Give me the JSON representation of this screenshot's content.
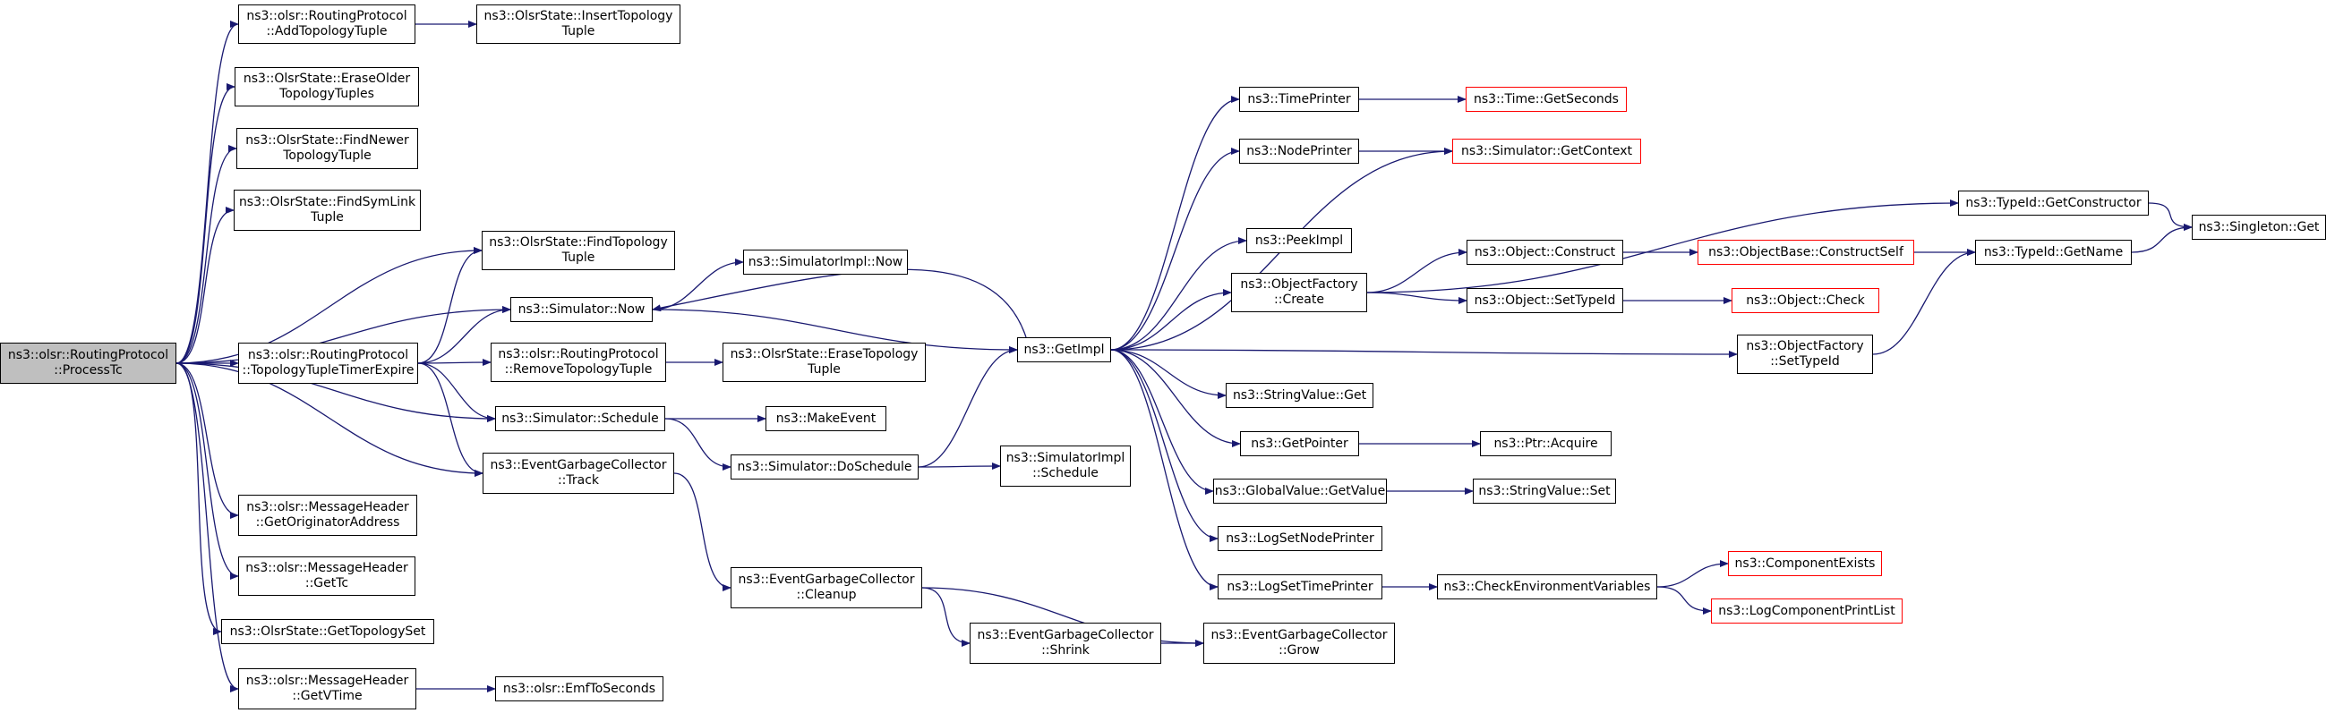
{
  "colors": {
    "edge": "#191970",
    "root_fill": "#bfbfbf",
    "border": "#000000",
    "undocumented_border": "#ff0000",
    "background": "#ffffff"
  },
  "nodes": [
    {
      "id": "root",
      "lines": [
        "ns3::olsr::RoutingProtocol",
        "::ProcessTc"
      ],
      "kind": "root"
    },
    {
      "id": "addtopo",
      "lines": [
        "ns3::olsr::RoutingProtocol",
        "::AddTopologyTuple"
      ]
    },
    {
      "id": "inserttopo",
      "lines": [
        "ns3::OlsrState::InsertTopology",
        "Tuple"
      ]
    },
    {
      "id": "eraseolder",
      "lines": [
        "ns3::OlsrState::EraseOlder",
        "TopologyTuples"
      ]
    },
    {
      "id": "findnewer",
      "lines": [
        "ns3::OlsrState::FindNewer",
        "TopologyTuple"
      ]
    },
    {
      "id": "findsymlink",
      "lines": [
        "ns3::OlsrState::FindSymLink",
        "Tuple"
      ]
    },
    {
      "id": "findtopo",
      "lines": [
        "ns3::OlsrState::FindTopology",
        "Tuple"
      ]
    },
    {
      "id": "simnow",
      "lines": [
        "ns3::Simulator::Now"
      ]
    },
    {
      "id": "simimplnow",
      "lines": [
        "ns3::SimulatorImpl::Now"
      ]
    },
    {
      "id": "topotimer",
      "lines": [
        "ns3::olsr::RoutingProtocol",
        "::TopologyTupleTimerExpire"
      ]
    },
    {
      "id": "removetopo",
      "lines": [
        "ns3::olsr::RoutingProtocol",
        "::RemoveTopologyTuple"
      ]
    },
    {
      "id": "erasetopo",
      "lines": [
        "ns3::OlsrState::EraseTopology",
        "Tuple"
      ]
    },
    {
      "id": "simschedule",
      "lines": [
        "ns3::Simulator::Schedule"
      ]
    },
    {
      "id": "makeevent",
      "lines": [
        "ns3::MakeEvent"
      ]
    },
    {
      "id": "egctrack",
      "lines": [
        "ns3::EventGarbageCollector",
        "::Track"
      ]
    },
    {
      "id": "simdoschedule",
      "lines": [
        "ns3::Simulator::DoSchedule"
      ]
    },
    {
      "id": "simimplschedule",
      "lines": [
        "ns3::SimulatorImpl",
        "::Schedule"
      ]
    },
    {
      "id": "getorig",
      "lines": [
        "ns3::olsr::MessageHeader",
        "::GetOriginatorAddress"
      ]
    },
    {
      "id": "gettc",
      "lines": [
        "ns3::olsr::MessageHeader",
        "::GetTc"
      ]
    },
    {
      "id": "gettopologyset",
      "lines": [
        "ns3::OlsrState::GetTopologySet"
      ]
    },
    {
      "id": "getvtime",
      "lines": [
        "ns3::olsr::MessageHeader",
        "::GetVTime"
      ]
    },
    {
      "id": "emftosec",
      "lines": [
        "ns3::olsr::EmfToSeconds"
      ]
    },
    {
      "id": "egccleanup",
      "lines": [
        "ns3::EventGarbageCollector",
        "::Cleanup"
      ]
    },
    {
      "id": "egcshrink",
      "lines": [
        "ns3::EventGarbageCollector",
        "::Shrink"
      ]
    },
    {
      "id": "egcgrow",
      "lines": [
        "ns3::EventGarbageCollector",
        "::Grow"
      ]
    },
    {
      "id": "getimpl",
      "lines": [
        "ns3::GetImpl"
      ]
    },
    {
      "id": "timeprinter",
      "lines": [
        "ns3::TimePrinter"
      ]
    },
    {
      "id": "nodeprinter",
      "lines": [
        "ns3::NodePrinter"
      ]
    },
    {
      "id": "peekimpl",
      "lines": [
        "ns3::PeekImpl"
      ]
    },
    {
      "id": "ofcreate",
      "lines": [
        "ns3::ObjectFactory",
        "::Create"
      ]
    },
    {
      "id": "stringvalueget",
      "lines": [
        "ns3::StringValue::Get"
      ]
    },
    {
      "id": "getpointer",
      "lines": [
        "ns3::GetPointer"
      ]
    },
    {
      "id": "gvgetvalue",
      "lines": [
        "ns3::GlobalValue::GetValue"
      ]
    },
    {
      "id": "logsetnodeprinter",
      "lines": [
        "ns3::LogSetNodePrinter"
      ]
    },
    {
      "id": "logsettimeprinter",
      "lines": [
        "ns3::LogSetTimePrinter"
      ]
    },
    {
      "id": "timegetseconds",
      "lines": [
        "ns3::Time::GetSeconds"
      ],
      "kind": "undoc"
    },
    {
      "id": "simgetcontext",
      "lines": [
        "ns3::Simulator::GetContext"
      ],
      "kind": "undoc"
    },
    {
      "id": "objconstruct",
      "lines": [
        "ns3::Object::Construct"
      ]
    },
    {
      "id": "objsettypeid",
      "lines": [
        "ns3::Object::SetTypeId"
      ]
    },
    {
      "id": "ptracquire",
      "lines": [
        "ns3::Ptr::Acquire"
      ]
    },
    {
      "id": "stringvalueset",
      "lines": [
        "ns3::StringValue::Set"
      ]
    },
    {
      "id": "checkenv",
      "lines": [
        "ns3::CheckEnvironmentVariables"
      ]
    },
    {
      "id": "objbaseconstructself",
      "lines": [
        "ns3::ObjectBase::ConstructSelf"
      ],
      "kind": "undoc"
    },
    {
      "id": "objcheck",
      "lines": [
        "ns3::Object::Check"
      ],
      "kind": "undoc"
    },
    {
      "id": "componentexists",
      "lines": [
        "ns3::ComponentExists"
      ],
      "kind": "undoc"
    },
    {
      "id": "logcomponentprintlist",
      "lines": [
        "ns3::LogComponentPrintList"
      ],
      "kind": "undoc"
    },
    {
      "id": "typeidgetconstructor",
      "lines": [
        "ns3::TypeId::GetConstructor"
      ]
    },
    {
      "id": "typeidgetname",
      "lines": [
        "ns3::TypeId::GetName"
      ]
    },
    {
      "id": "ofsettypeid",
      "lines": [
        "ns3::ObjectFactory",
        "::SetTypeId"
      ]
    },
    {
      "id": "singletonget",
      "lines": [
        "ns3::Singleton::Get"
      ]
    }
  ],
  "edges": [
    [
      "root",
      "addtopo"
    ],
    [
      "root",
      "eraseolder"
    ],
    [
      "root",
      "findnewer"
    ],
    [
      "root",
      "findsymlink"
    ],
    [
      "root",
      "findtopo"
    ],
    [
      "root",
      "simnow"
    ],
    [
      "root",
      "topotimer"
    ],
    [
      "root",
      "simschedule"
    ],
    [
      "root",
      "egctrack"
    ],
    [
      "root",
      "getorig"
    ],
    [
      "root",
      "gettc"
    ],
    [
      "root",
      "gettopologyset"
    ],
    [
      "root",
      "getvtime"
    ],
    [
      "addtopo",
      "inserttopo"
    ],
    [
      "topotimer",
      "findtopo"
    ],
    [
      "topotimer",
      "simnow"
    ],
    [
      "topotimer",
      "removetopo"
    ],
    [
      "topotimer",
      "simschedule"
    ],
    [
      "topotimer",
      "egctrack"
    ],
    [
      "removetopo",
      "erasetopo"
    ],
    [
      "simnow",
      "simimplnow"
    ],
    [
      "simnow",
      "getimpl"
    ],
    [
      "simschedule",
      "makeevent"
    ],
    [
      "simschedule",
      "simdoschedule"
    ],
    [
      "simdoschedule",
      "simimplschedule"
    ],
    [
      "simdoschedule",
      "getimpl"
    ],
    [
      "egctrack",
      "egccleanup"
    ],
    [
      "egccleanup",
      "egcshrink"
    ],
    [
      "egccleanup",
      "egcgrow"
    ],
    [
      "egcshrink",
      "egcgrow"
    ],
    [
      "getvtime",
      "emftosec"
    ],
    [
      "getimpl",
      "simnow"
    ],
    [
      "getimpl",
      "timeprinter"
    ],
    [
      "getimpl",
      "nodeprinter"
    ],
    [
      "getimpl",
      "peekimpl"
    ],
    [
      "getimpl",
      "ofcreate"
    ],
    [
      "getimpl",
      "ofsettypeid"
    ],
    [
      "getimpl",
      "stringvalueget"
    ],
    [
      "getimpl",
      "getpointer"
    ],
    [
      "getimpl",
      "gvgetvalue"
    ],
    [
      "getimpl",
      "logsetnodeprinter"
    ],
    [
      "getimpl",
      "logsettimeprinter"
    ],
    [
      "getimpl",
      "simgetcontext"
    ],
    [
      "timeprinter",
      "timegetseconds"
    ],
    [
      "nodeprinter",
      "simgetcontext"
    ],
    [
      "ofcreate",
      "objconstruct"
    ],
    [
      "ofcreate",
      "objsettypeid"
    ],
    [
      "ofcreate",
      "typeidgetconstructor"
    ],
    [
      "objconstruct",
      "objbaseconstructself"
    ],
    [
      "objbaseconstructself",
      "typeidgetname"
    ],
    [
      "objsettypeid",
      "objcheck"
    ],
    [
      "getpointer",
      "ptracquire"
    ],
    [
      "gvgetvalue",
      "stringvalueset"
    ],
    [
      "logsettimeprinter",
      "checkenv"
    ],
    [
      "checkenv",
      "componentexists"
    ],
    [
      "checkenv",
      "logcomponentprintlist"
    ],
    [
      "typeidgetconstructor",
      "singletonget"
    ],
    [
      "typeidgetname",
      "singletonget"
    ],
    [
      "ofsettypeid",
      "typeidgetname"
    ]
  ]
}
